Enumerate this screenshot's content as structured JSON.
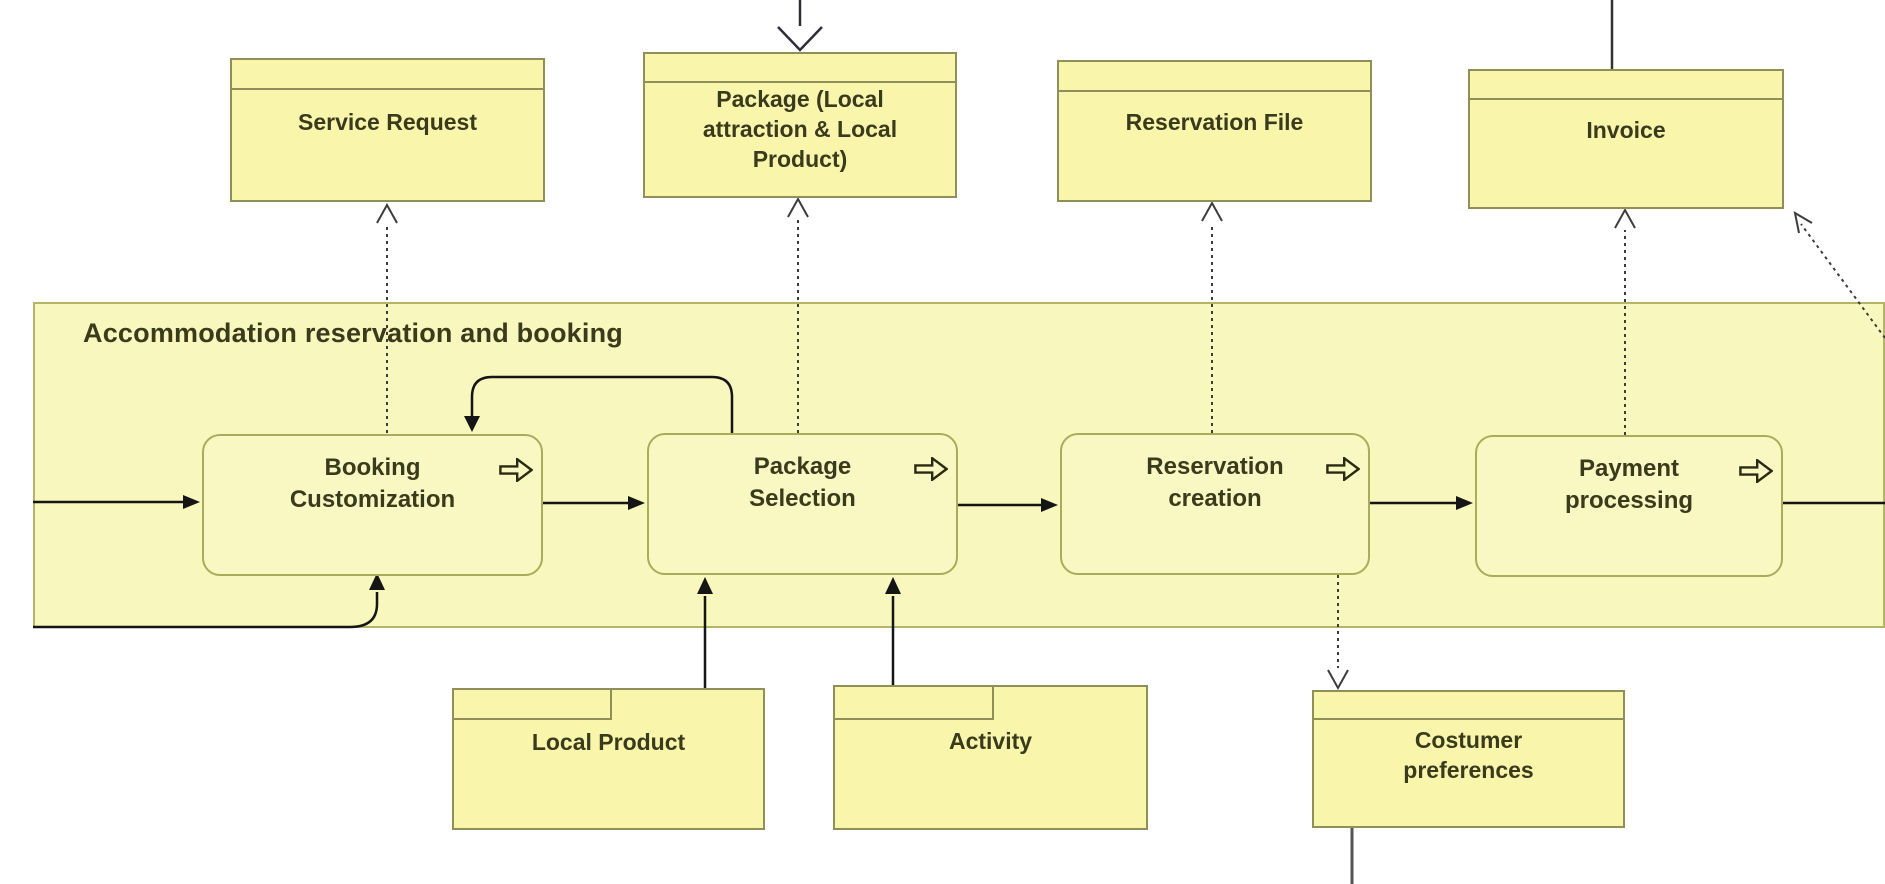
{
  "pool": {
    "label": "Accommodation reservation and booking"
  },
  "data_objects": {
    "service_request": {
      "label": "Service Request"
    },
    "package": {
      "label": "Package (Local\nattraction & Local\nProduct)"
    },
    "reservation_file": {
      "label": "Reservation File"
    },
    "invoice": {
      "label": "Invoice"
    },
    "local_product": {
      "label": "Local Product"
    },
    "activity": {
      "label": "Activity"
    },
    "costumer_preferences": {
      "label": "Costumer\npreferences"
    }
  },
  "processes": {
    "booking_customization": {
      "label": "Booking\nCustomization",
      "icon": "forward-arrow"
    },
    "package_selection": {
      "label": "Package\nSelection",
      "icon": "forward-arrow"
    },
    "reservation_creation": {
      "label": "Reservation\ncreation",
      "icon": "forward-arrow"
    },
    "payment_processing": {
      "label": "Payment\nprocessing",
      "icon": "forward-arrow"
    }
  },
  "colors": {
    "pool_fill": "#f8f7bd",
    "pool_border": "#b5b468",
    "object_fill": "#f9f6ac",
    "object_border": "#8f8f5a",
    "process_fill": "#f9f8c3",
    "process_border": "#abab59",
    "solid_line": "#151515",
    "dotted_line": "#3c3c3c",
    "text": "#3a3a1c"
  }
}
